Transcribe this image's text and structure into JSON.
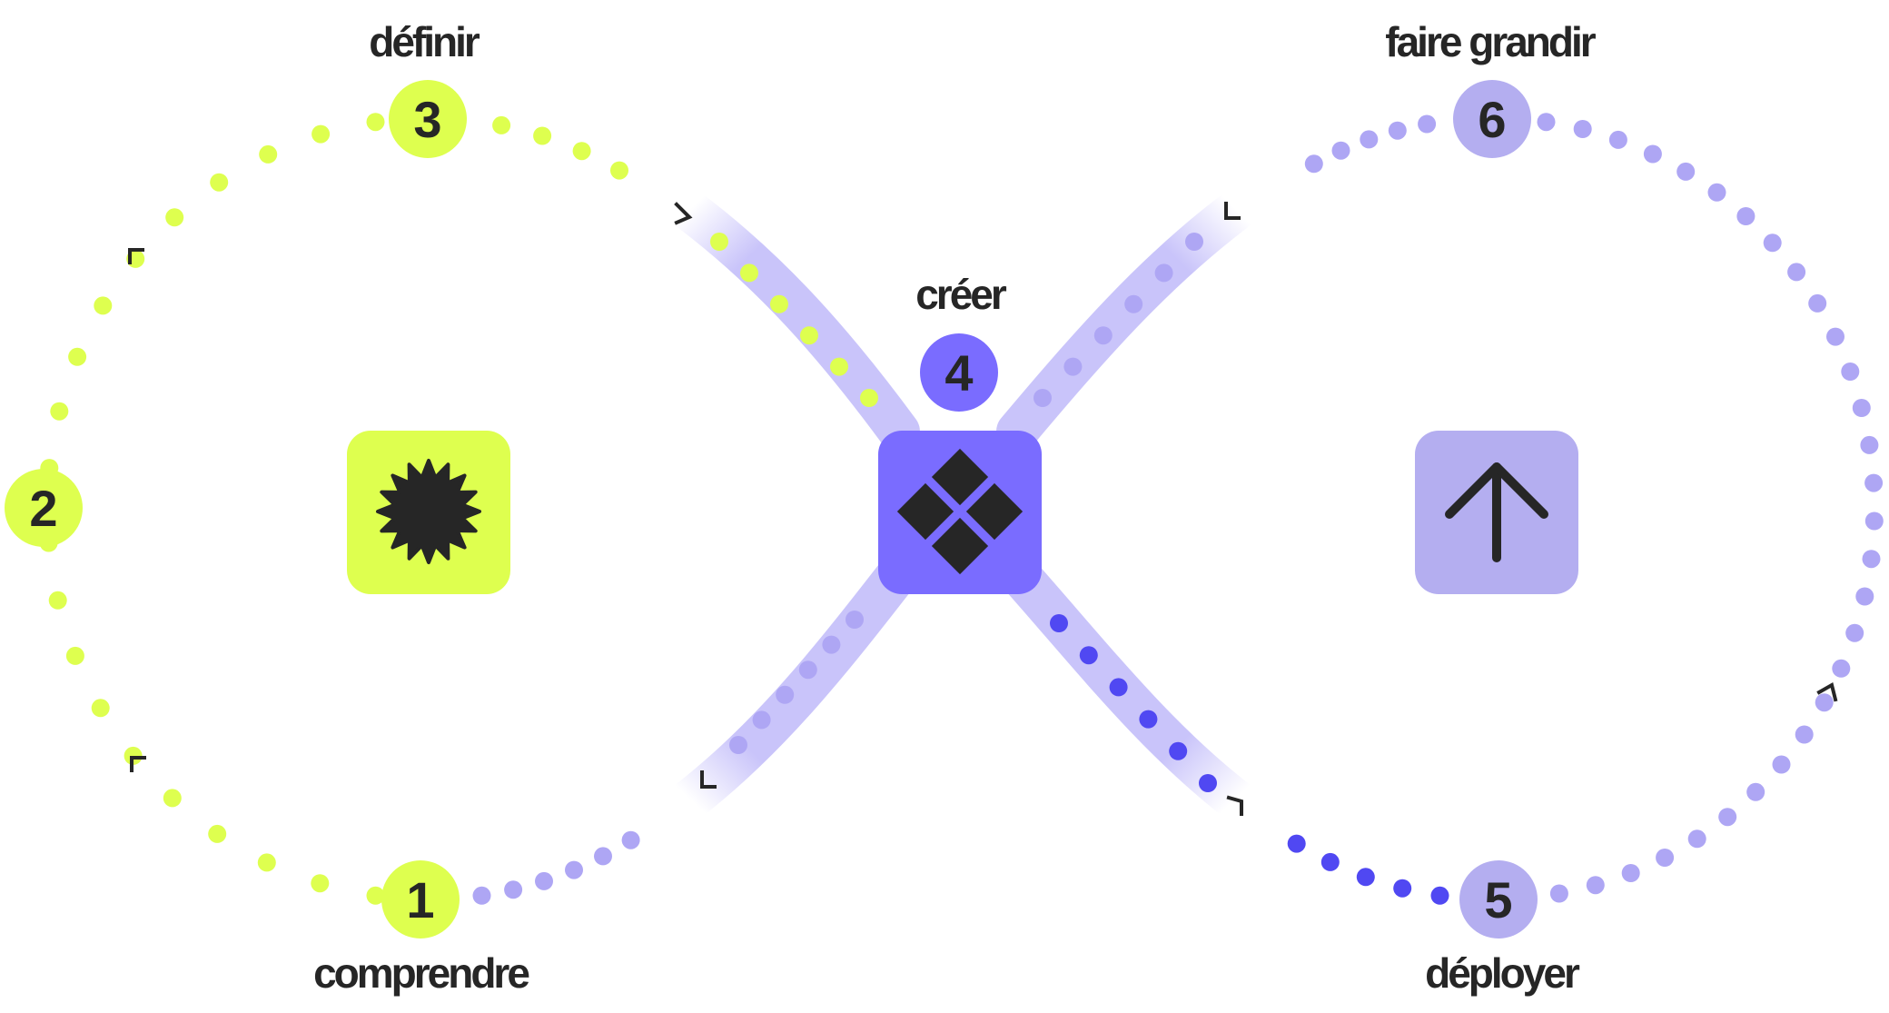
{
  "colors": {
    "lime": "#deff4f",
    "lavender": "#b4aef0",
    "lavender_dot": "#aea6f4",
    "violet": "#7a6cff",
    "blue_dot": "#5048f2",
    "band": "#c9c4fa",
    "ink": "#262626"
  },
  "stages": [
    {
      "number": "1",
      "label": "comprendre"
    },
    {
      "number": "2",
      "label": ""
    },
    {
      "number": "3",
      "label": "définir"
    },
    {
      "number": "4",
      "label": "créer"
    },
    {
      "number": "5",
      "label": "déployer"
    },
    {
      "number": "6",
      "label": "faire grandir"
    }
  ],
  "icons": {
    "left": "starburst-icon",
    "center": "cross-icon",
    "right": "arrow-up-icon"
  }
}
